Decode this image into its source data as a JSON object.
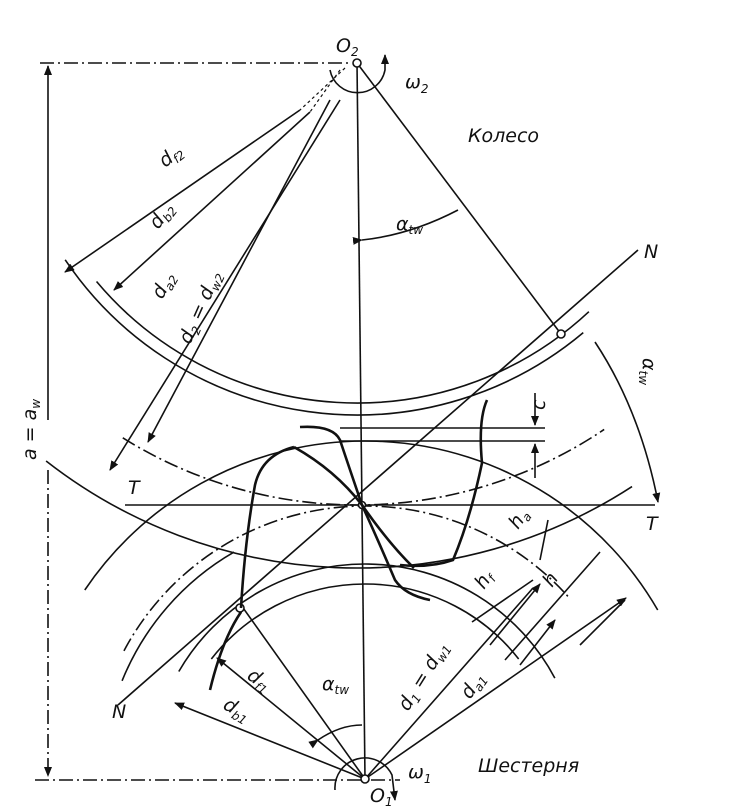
{
  "labels": {
    "o2": {
      "base": "O",
      "sub": "2"
    },
    "omega2": {
      "base": "ω",
      "sub": "2"
    },
    "wheel": "Колесо",
    "df2": {
      "base": "d",
      "sub": "f2"
    },
    "db2": {
      "base": "d",
      "sub": "b2"
    },
    "da2": {
      "base": "d",
      "sub": "a2"
    },
    "d2": {
      "base": "d",
      "sub": "2",
      "mid": " = d",
      "sub2": "w2"
    },
    "alpha_top": {
      "base": "α",
      "sub": "tw"
    },
    "n_top": "N",
    "alpha_right": {
      "base": "α",
      "sub": "tw"
    },
    "c": "c",
    "t_left": "T",
    "t_right": "T",
    "ha": {
      "base": "h",
      "sub": "a"
    },
    "hf": {
      "base": "h",
      "sub": "f"
    },
    "h": "h",
    "n_bottom": "N",
    "df1": {
      "base": "d",
      "sub": "f1"
    },
    "alpha_bottom": {
      "base": "α",
      "sub": "tw"
    },
    "d1": {
      "base": "d",
      "sub": "1",
      "mid": " = d",
      "sub2": "w1"
    },
    "da1": {
      "base": "d",
      "sub": "a1"
    },
    "db1": {
      "base": "d",
      "sub": "b1"
    },
    "pinion": "Шестерня",
    "omega1": {
      "base": "ω",
      "sub": "1"
    },
    "o1": {
      "base": "O",
      "sub": "1"
    },
    "aw": {
      "base": "a = a",
      "sub": "w"
    }
  }
}
